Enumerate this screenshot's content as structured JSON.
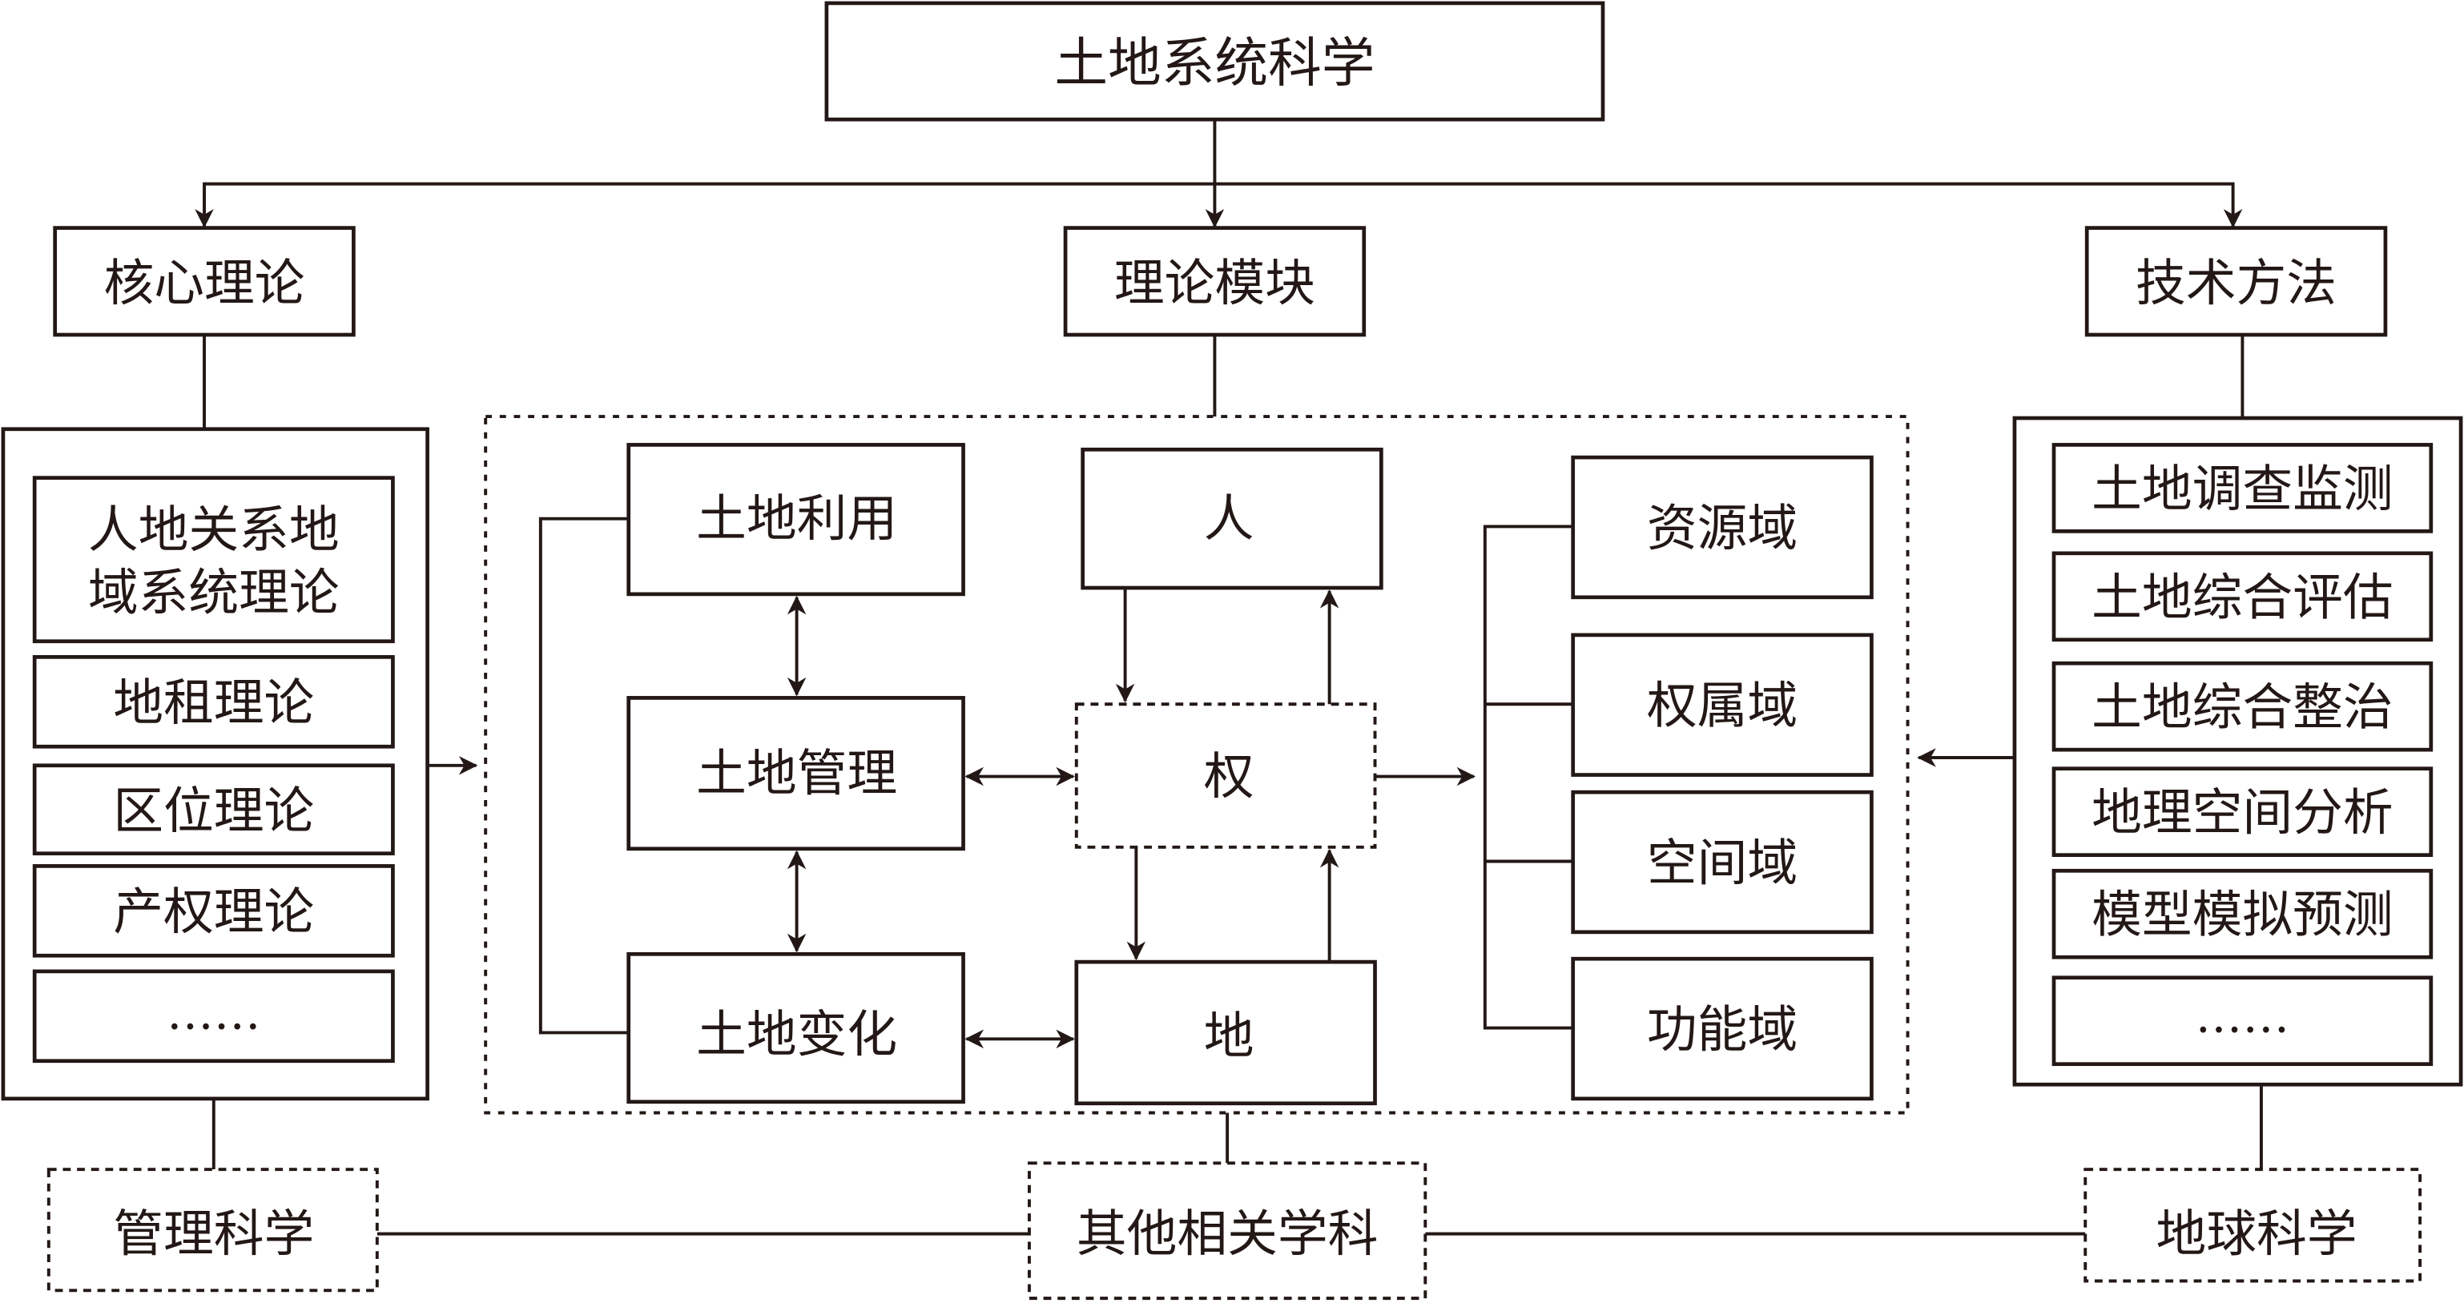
{
  "title": "土地系统科学",
  "branches": {
    "core_theory": "核心理论",
    "theory_module": "理论模块",
    "tech_methods": "技术方法"
  },
  "core_theory_items": [
    "人地关系地",
    "域系统理论",
    "地租理论",
    "区位理论",
    "产权理论",
    "……"
  ],
  "theory_module": {
    "land_nodes": [
      "土地利用",
      "土地管理",
      "土地变化"
    ],
    "people": "人",
    "rights": "权",
    "land": "地",
    "domains": [
      "资源域",
      "权属域",
      "空间域",
      "功能域"
    ]
  },
  "tech_method_items": [
    "土地调查监测",
    "土地综合评估",
    "土地综合整治",
    "地理空间分析",
    "模型模拟预测",
    "……"
  ],
  "related_disciplines": {
    "management": "管理科学",
    "other": "其他相关学科",
    "earth": "地球科学"
  },
  "colors": {
    "stroke": "#231815",
    "background": "#ffffff"
  }
}
